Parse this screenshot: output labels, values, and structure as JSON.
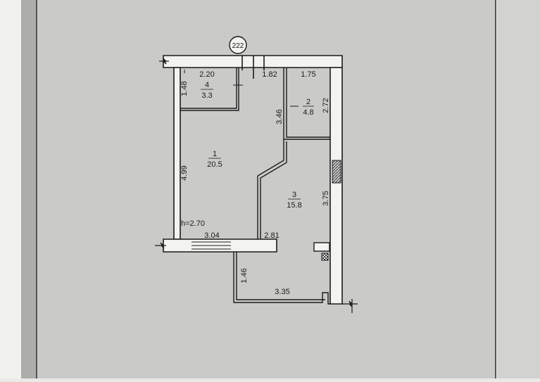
{
  "plan": {
    "apartment_number": "222",
    "ceiling_height": "h=2.70"
  },
  "rooms": [
    {
      "number": "1",
      "area": "20.5"
    },
    {
      "number": "2",
      "area": "4.8"
    },
    {
      "number": "3",
      "area": "15.8"
    },
    {
      "number": "4",
      "area": "3.3"
    }
  ],
  "dimensions": {
    "top_left": "2.20",
    "top_mid": "1.82",
    "top_right": "1.75",
    "room4_height": "1.48",
    "left_wall": "4.99",
    "partition": "3.46",
    "right_upper": "2.72",
    "right_lower": "3.75",
    "bottom_left": "3.04",
    "bottom_mid": "2.81",
    "balcony_depth": "1.46",
    "balcony_width": "3.35"
  }
}
